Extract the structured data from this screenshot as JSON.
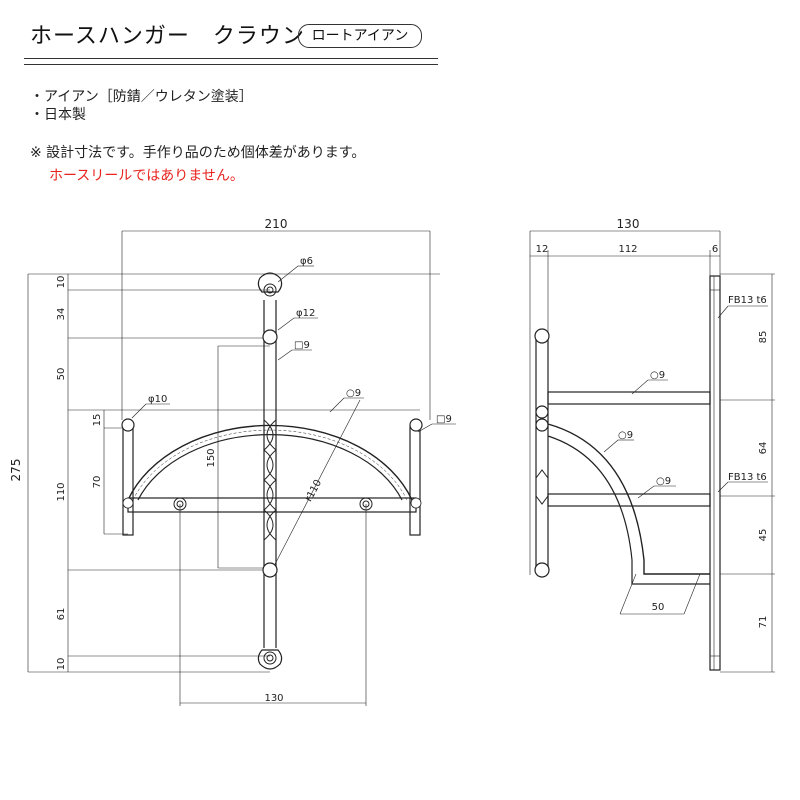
{
  "header": {
    "title": "ホースハンガー　クラウン",
    "subtitle": "ロートアイアン"
  },
  "specs": [
    "・アイアン［防錆／ウレタン塗装］",
    "・日本製"
  ],
  "note": "※ 設計寸法です。手作り品のため個体差があります。",
  "warning": "ホースリールではありません。",
  "colors": {
    "warning": "#e8231e",
    "line": "#222222"
  },
  "front_view": {
    "width_total": "210",
    "height_total": "275",
    "height_segments": [
      "10",
      "34",
      "50",
      "110",
      "61",
      "10"
    ],
    "side_dim_15": "15",
    "side_dim_70": "70",
    "bar_length": "150",
    "bottom_width": "130",
    "labels": {
      "hole_top": "φ6",
      "hole_mid": "φ12",
      "square_bar": "□9",
      "arc_bar": "○9",
      "ball": "φ10",
      "side_bar": "□9",
      "radius": "r110"
    }
  },
  "side_view": {
    "width_total": "130",
    "segments_top": [
      "12",
      "112",
      "6"
    ],
    "right_dims": [
      "85",
      "64",
      "45",
      "71"
    ],
    "labels": {
      "flat_bar_top": "FB13 t6",
      "flat_bar_mid": "FB13 t6",
      "round_a": "○9",
      "round_b": "○9",
      "round_c": "○9",
      "base_length": "50"
    }
  }
}
